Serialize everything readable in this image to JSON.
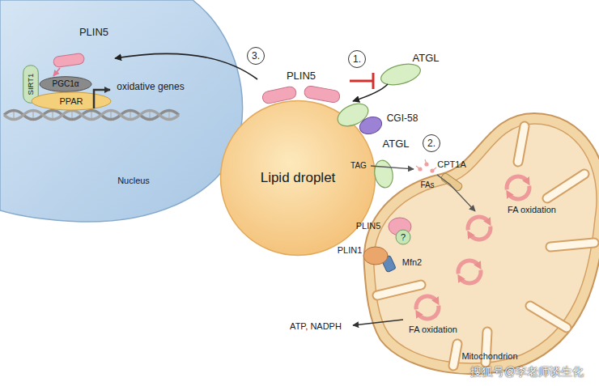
{
  "diagram": {
    "nodes": [
      {
        "text": [
          "Nucleus"
        ]
      },
      {
        "text": [
          "PLIN5"
        ],
        "in": 0
      },
      {
        "text": [
          "SIRT1"
        ],
        "in": 0
      },
      {
        "text": [
          "PGC1α"
        ],
        "in": 0
      },
      {
        "text": [
          "PPAR"
        ],
        "in": 0
      },
      {
        "text": [
          "PLIN5"
        ]
      },
      {
        "text": [
          "ATGL"
        ]
      },
      {
        "text": [
          "CGI-58"
        ]
      },
      {
        "text": [
          "Lipid droplet"
        ]
      },
      {
        "text": [
          "ATGL"
        ]
      },
      {
        "text": [
          "Mitochondrion"
        ]
      },
      {
        "text": [
          "CPT1A"
        ],
        "in": 10
      },
      {
        "text": [
          "PLIN5"
        ]
      },
      {
        "text": [
          "?"
        ]
      },
      {
        "text": [
          "PLIN1"
        ]
      },
      {
        "text": [
          "Mfn2"
        ],
        "in": 10
      }
    ],
    "edges": [
      {
        "from": 5,
        "to": 1,
        "arrow": "to"
      },
      {
        "from": 5,
        "to": 6,
        "arrow": "none"
      },
      {
        "from": 6,
        "to": 7,
        "arrow": "to"
      },
      {
        "from": 1,
        "to": 3,
        "arrow": "to"
      }
    ],
    "labels": [
      "3.",
      "1.",
      "2.",
      "oxidative genes",
      "TAG",
      "FAs",
      "FA oxidation",
      "FA oxidation",
      "ATP, NADPH",
      "搜狐号@李老师谈生化"
    ]
  }
}
